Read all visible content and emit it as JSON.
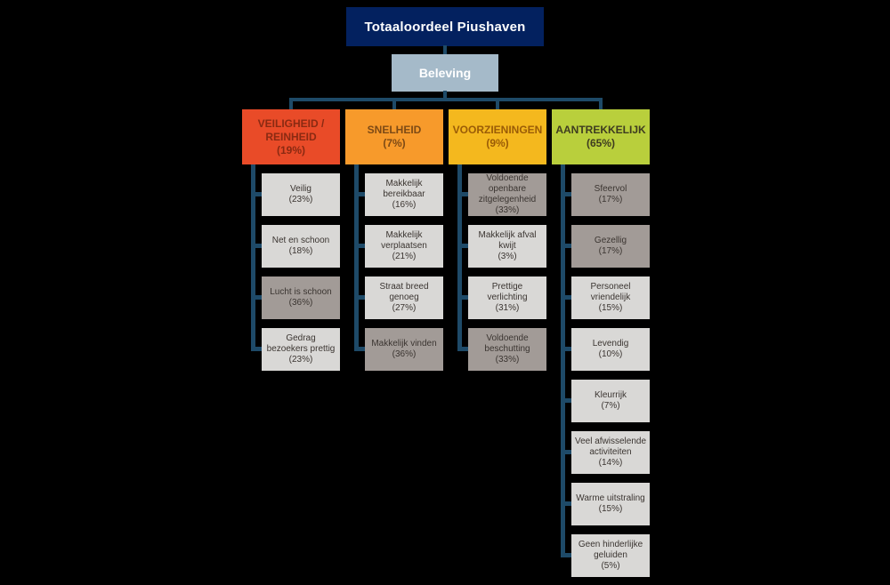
{
  "page": {
    "background": "#000000",
    "connector_color": "#1e4a68"
  },
  "root": {
    "label": "Totaaloordeel Piushaven",
    "bg": "#03215f",
    "text_color": "#ffffff"
  },
  "level2": {
    "label": "Beleving",
    "bg": "#a5bac9",
    "text_color": "#ffffff"
  },
  "child_colors": {
    "normal_bg": "#d9d8d6",
    "emphasized_bg": "#a29b97",
    "text": "#3b3531"
  },
  "categories": [
    {
      "label": "VEILIGHEID / REINHEID",
      "pct": "(19%)",
      "bg": "#e94b28",
      "text_color": "#8a2a12",
      "children": [
        {
          "label": "Veilig",
          "pct": "(23%)",
          "emphasized": false
        },
        {
          "label": "Net en schoon",
          "pct": "(18%)",
          "emphasized": false
        },
        {
          "label": "Lucht is schoon",
          "pct": "(36%)",
          "emphasized": true
        },
        {
          "label": "Gedrag bezoekers prettig",
          "pct": "(23%)",
          "emphasized": false
        }
      ]
    },
    {
      "label": "SNELHEID",
      "pct": "(7%)",
      "bg": "#f79a2b",
      "text_color": "#7d4a15",
      "children": [
        {
          "label": "Makkelijk bereikbaar",
          "pct": "(16%)",
          "emphasized": false
        },
        {
          "label": "Makkelijk verplaatsen",
          "pct": "(21%)",
          "emphasized": false
        },
        {
          "label": "Straat breed genoeg",
          "pct": "(27%)",
          "emphasized": false
        },
        {
          "label": "Makkelijk vinden",
          "pct": "(36%)",
          "emphasized": true
        }
      ]
    },
    {
      "label": "VOORZIENINGEN",
      "pct": "(9%)",
      "bg": "#f4b81e",
      "text_color": "#9a5c07",
      "children": [
        {
          "label": "Voldoende openbare zitgelegenheid",
          "pct": "(33%)",
          "emphasized": true
        },
        {
          "label": "Makkelijk afval kwijt",
          "pct": "(3%)",
          "emphasized": false
        },
        {
          "label": "Prettige verlichting",
          "pct": "(31%)",
          "emphasized": false
        },
        {
          "label": "Voldoende beschutting",
          "pct": "(33%)",
          "emphasized": true
        }
      ]
    },
    {
      "label": "AANTREKKELIJK",
      "pct": "(65%)",
      "bg": "#b9cf3c",
      "text_color": "#3e3c20",
      "children": [
        {
          "label": "Sfeervol",
          "pct": "(17%)",
          "emphasized": true
        },
        {
          "label": "Gezellig",
          "pct": "(17%)",
          "emphasized": true
        },
        {
          "label": "Personeel vriendelijk",
          "pct": "(15%)",
          "emphasized": false
        },
        {
          "label": "Levendig",
          "pct": "(10%)",
          "emphasized": false
        },
        {
          "label": "Kleurrijk",
          "pct": "(7%)",
          "emphasized": false
        },
        {
          "label": "Veel afwisselende activiteiten",
          "pct": "(14%)",
          "emphasized": false
        },
        {
          "label": "Warme uitstraling",
          "pct": "(15%)",
          "emphasized": false
        },
        {
          "label": "Geen hinderlijke geluiden",
          "pct": "(5%)",
          "emphasized": false
        }
      ]
    }
  ]
}
